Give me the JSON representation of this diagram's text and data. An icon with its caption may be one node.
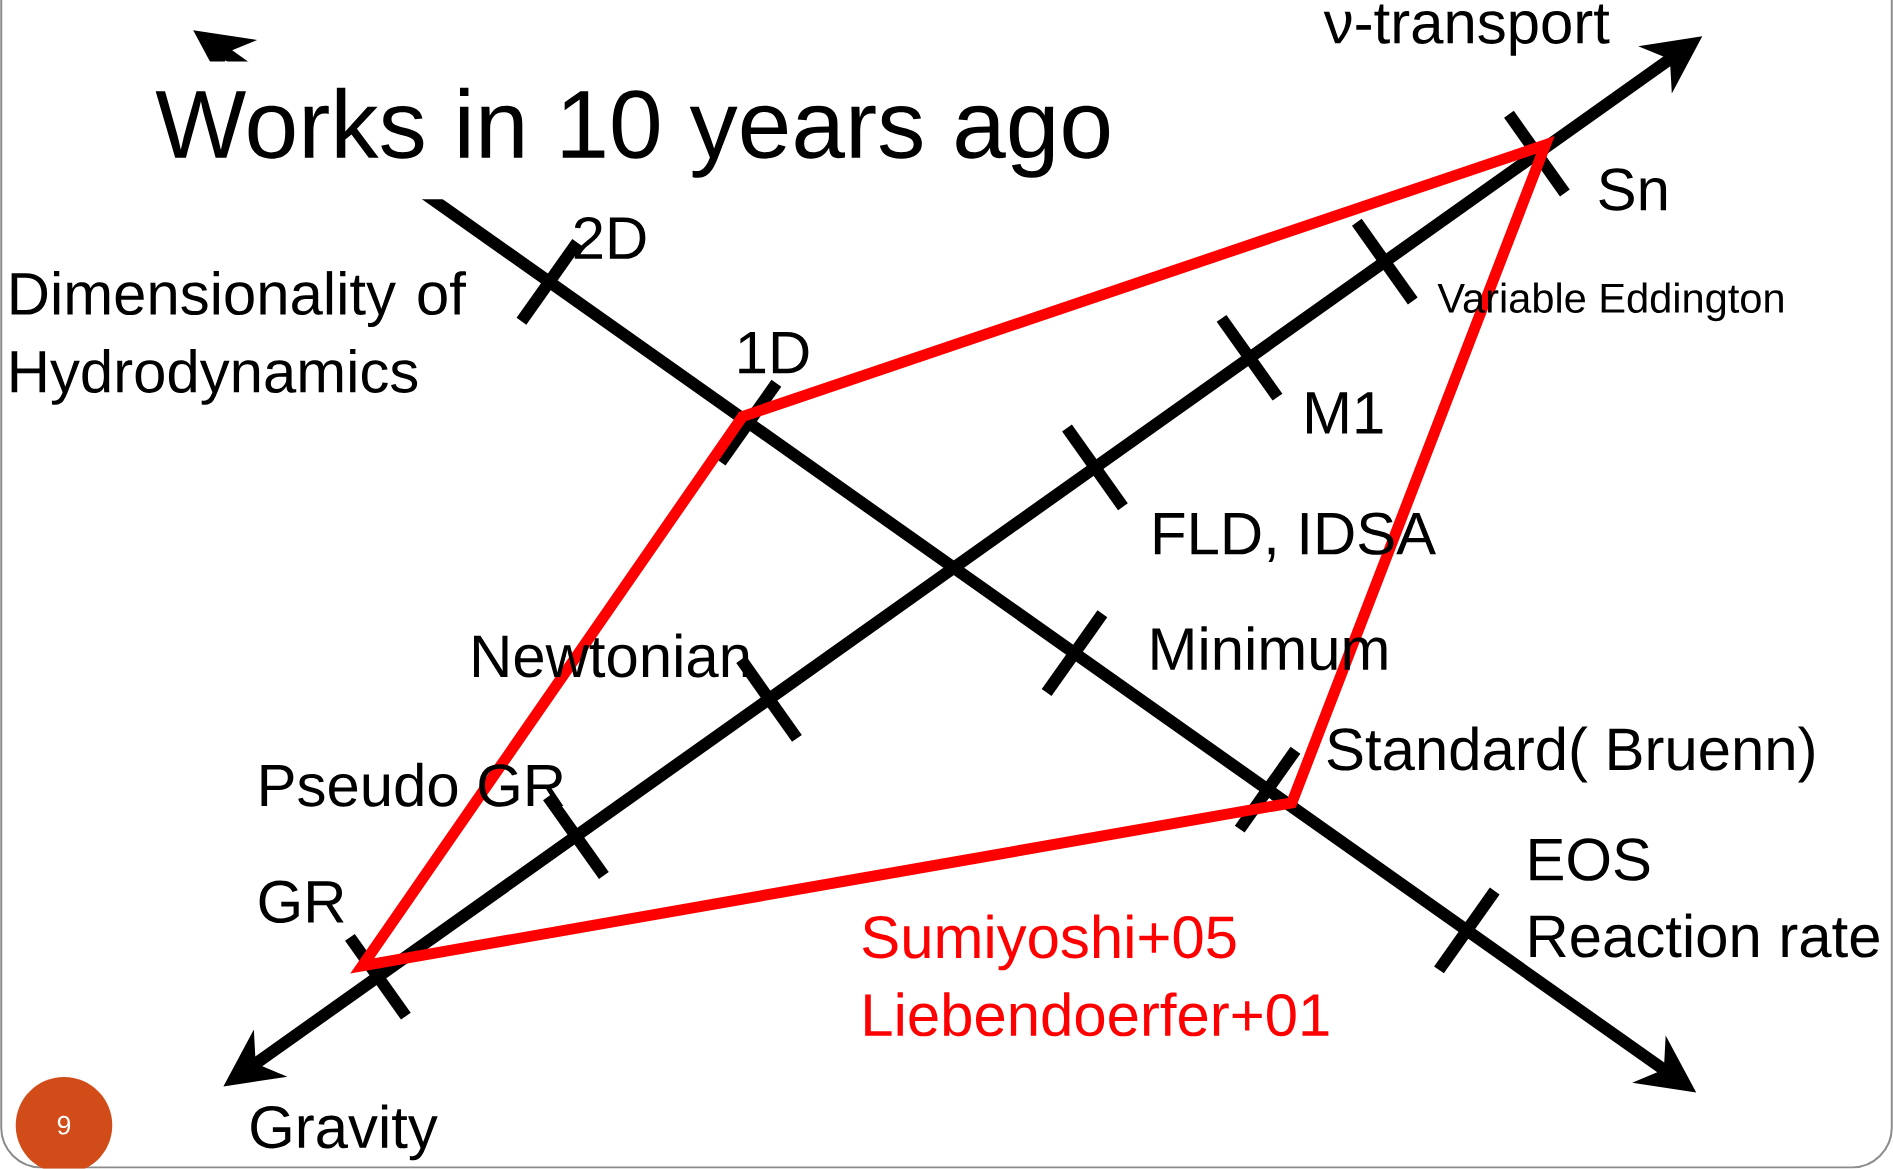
{
  "diagram": {
    "title": "Works in 10 years ago",
    "nodes": [
      {
        "text": [
          "9"
        ]
      }
    ],
    "labels": [
      "ν-transport",
      "Sn",
      "2D",
      "Dimensionality of Hydrodynamics",
      "Variable Eddington",
      "1D",
      "M1",
      "FLD, IDSA",
      "Newtonian",
      "Minimum",
      "Standard( Bruenn)",
      "Pseudo GR",
      "EOS",
      "GR",
      "Reaction rate",
      "Sumiyoshi+05 Liebendoerfer+01",
      "Gravity"
    ]
  }
}
